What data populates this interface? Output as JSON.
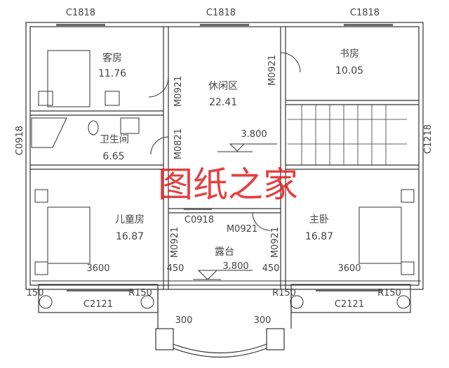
{
  "windows": {
    "top_left": "C1818",
    "top_mid": "C1818",
    "top_right": "C1818",
    "left": "C0918",
    "right": "C1218",
    "bottom_mid": "C0918",
    "balcony_left": "C2121",
    "balcony_right": "C2121"
  },
  "doors": {
    "guest": "M0921",
    "study": "M0921",
    "bath": "M0821",
    "child": "M0921",
    "master_h": "M0921",
    "master_v": "M0921"
  },
  "rooms": {
    "guest": {
      "name": "客房",
      "area": "11.76"
    },
    "study": {
      "name": "书房",
      "area": "10.05"
    },
    "lounge": {
      "name": "休闲区",
      "area": "22.41"
    },
    "bath": {
      "name": "卫生间",
      "area": "6.65"
    },
    "child": {
      "name": "儿童房",
      "area": "16.87"
    },
    "master": {
      "name": "主卧",
      "area": "16.87"
    },
    "terrace": {
      "name": "露台"
    }
  },
  "elevations": {
    "lounge": "3.800",
    "terrace": "3.800"
  },
  "dimensions": {
    "left_width": "3600",
    "right_width": "3600",
    "left_gap": "450",
    "right_gap": "450",
    "left_post": "300",
    "right_post": "300",
    "c1": "150",
    "r1": "R150",
    "r2": "R150",
    "r3": "R150"
  },
  "watermark": "图纸之家"
}
